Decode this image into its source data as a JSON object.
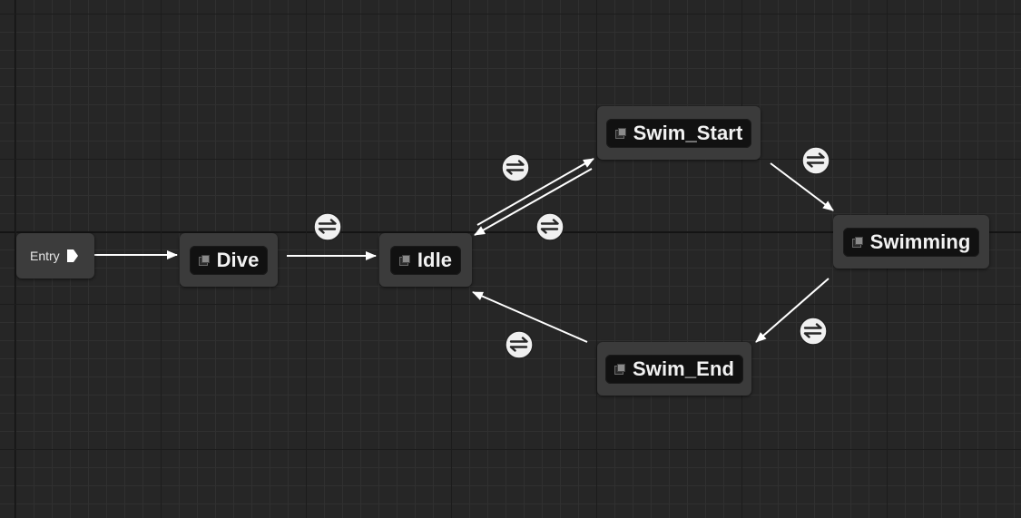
{
  "graph": {
    "entry": {
      "label": "Entry"
    },
    "states": [
      {
        "id": "dive",
        "label": "Dive"
      },
      {
        "id": "idle",
        "label": "Idle"
      },
      {
        "id": "swim_start",
        "label": "Swim_Start"
      },
      {
        "id": "swimming",
        "label": "Swimming"
      },
      {
        "id": "swim_end",
        "label": "Swim_End"
      }
    ],
    "transitions": [
      {
        "from": "Entry",
        "to": "Dive",
        "has_rule": false
      },
      {
        "from": "Dive",
        "to": "Idle",
        "has_rule": true
      },
      {
        "from": "Idle",
        "to": "Swim_Start",
        "has_rule": true
      },
      {
        "from": "Swim_Start",
        "to": "Idle",
        "has_rule": true
      },
      {
        "from": "Swim_Start",
        "to": "Swimming",
        "has_rule": true
      },
      {
        "from": "Swimming",
        "to": "Swim_End",
        "has_rule": true
      },
      {
        "from": "Swim_End",
        "to": "Idle",
        "has_rule": true
      }
    ]
  },
  "colors": {
    "background": "#262626",
    "node": "#3b3b3b",
    "node_inner": "#111111",
    "edge": "#ffffff",
    "text": "#f2f2f2"
  },
  "icons": {
    "state": "state-node-icon",
    "entry_pin": "exec-pin-icon",
    "transition_rule": "transition-rule-icon"
  }
}
